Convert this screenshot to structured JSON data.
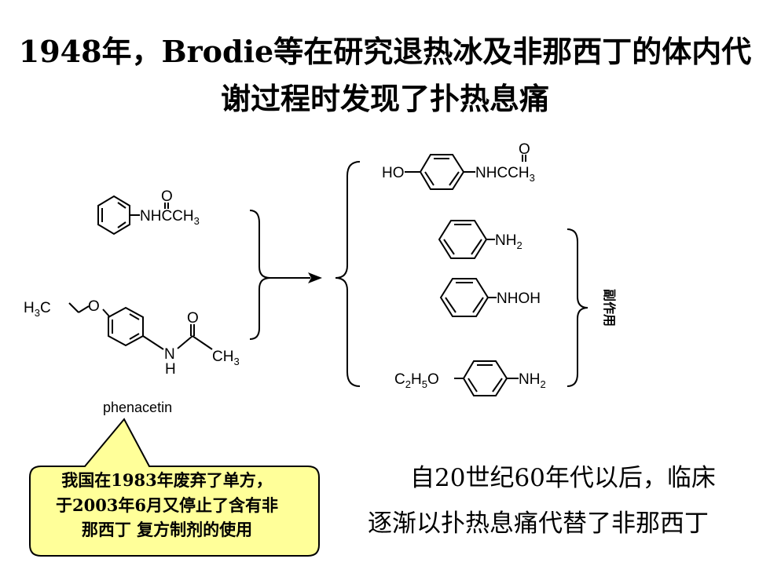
{
  "title": {
    "line1": "1948年，Brodie等在研究退热冰及非那西丁的体内代",
    "line2": "谢过程时发现了扑热息痛"
  },
  "molecules": {
    "acetanilide": {
      "o": "O",
      "nh": "NHCCH",
      "sub3": "3"
    },
    "phenacetin": {
      "h3c": "H",
      "h3c_sub": "3",
      "h3c_c": "C",
      "o_ether": "O",
      "o_carbonyl": "O",
      "n": "N",
      "h": "H",
      "ch3": "CH",
      "ch3_sub": "3",
      "name": "phenacetin"
    },
    "paracetamol": {
      "ho": "HO",
      "o": "O",
      "nh": "NHCCH",
      "sub3": "3"
    },
    "aniline": {
      "nh2": "NH",
      "sub2": "2"
    },
    "phenylhydroxylamine": {
      "label": "NHOH"
    },
    "phenetidine": {
      "c": "C",
      "sub2": "2",
      "h": "H",
      "sub5": "5",
      "o": "O",
      "nh2": "NH",
      "nh2_sub": "2"
    }
  },
  "side_effect_label": "副作用",
  "callout": {
    "line1": "我国在1983年废弃了单方，",
    "line2": "于2003年6月又停止了含有非",
    "line3": "那西丁 复方制剂的使用",
    "fill": "#ffff99",
    "stroke": "#000000"
  },
  "summary": {
    "line1": "自20世纪60年代以后，临床",
    "line2": "逐渐以扑热息痛代替了非那西丁"
  }
}
